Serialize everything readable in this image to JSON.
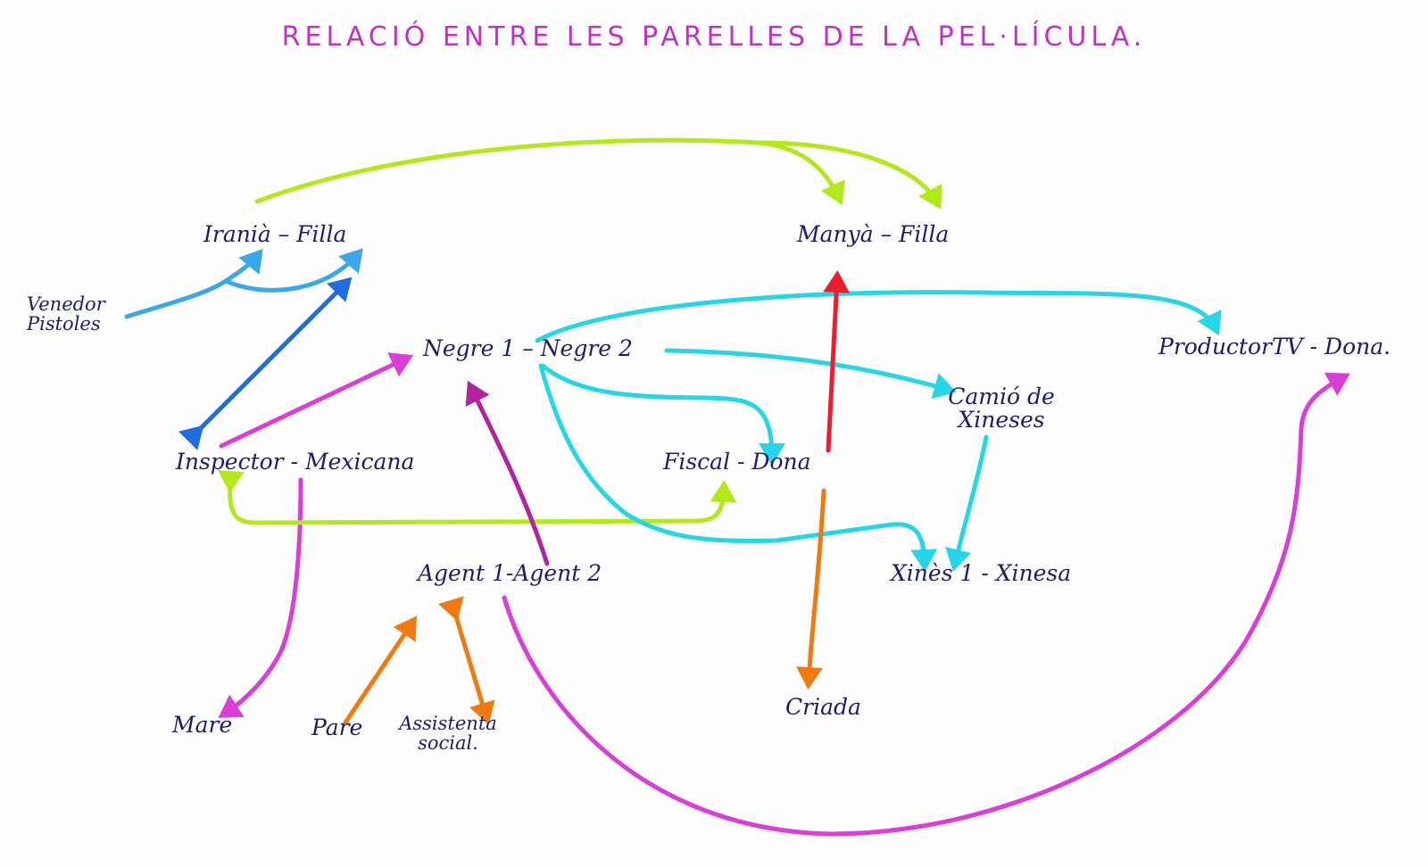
{
  "title": "RELACIÓ ENTRE LES PARELLES DE LA PEL·LÍCULA.",
  "colors": {
    "title": "#c42fc4",
    "text": "#1c1c6e",
    "lime": "#b3e81c",
    "lightblue": "#3aa8e6",
    "blue": "#1d6fe0",
    "magenta": "#d93ed9",
    "cyan": "#26d6e6",
    "red": "#ee1c2c",
    "orange": "#f07a12",
    "purple": "#b0249e"
  },
  "nodes": {
    "irania_filla": "Iranià – Filla",
    "manya_filla": "Manyà – Filla",
    "venedor": [
      "Venedor",
      "Pistoles"
    ],
    "negre": "Negre 1 – Negre 2",
    "productor": "ProductorTV - Dona.",
    "camio": [
      "Camió de",
      "Xineses"
    ],
    "inspector": "Inspector - Mexicana",
    "fiscal": "Fiscal - Dona",
    "agent": "Agent 1-Agent 2",
    "xines": "Xinès 1 - Xinesa",
    "mare": "Mare",
    "pare": "Pare",
    "assistenta": [
      "Assistenta",
      "social."
    ],
    "criada": "Criada"
  },
  "edges": [
    {
      "from": "irania_filla",
      "to": "manya_filla",
      "color": "lime"
    },
    {
      "from": "venedor",
      "to": "irania_filla",
      "color": "lightblue"
    },
    {
      "from": "inspector",
      "to": "irania_filla",
      "color": "blue"
    },
    {
      "from": "inspector",
      "to": "negre",
      "color": "magenta"
    },
    {
      "from": "inspector",
      "to": "mare",
      "color": "magenta"
    },
    {
      "from": "inspector",
      "to": "fiscal",
      "color": "lime"
    },
    {
      "from": "negre",
      "to": "productor",
      "color": "cyan"
    },
    {
      "from": "negre",
      "to": "camio",
      "color": "cyan"
    },
    {
      "from": "negre",
      "to": "fiscal",
      "color": "cyan"
    },
    {
      "from": "negre",
      "to": "xines",
      "color": "cyan"
    },
    {
      "from": "camio",
      "to": "xines",
      "color": "cyan"
    },
    {
      "from": "fiscal",
      "to": "manya_filla",
      "color": "red"
    },
    {
      "from": "fiscal",
      "to": "criada",
      "color": "orange"
    },
    {
      "from": "agent",
      "to": "negre",
      "color": "purple"
    },
    {
      "from": "agent",
      "to": "productor",
      "color": "magenta"
    },
    {
      "from": "pare",
      "to": "agent",
      "color": "orange"
    },
    {
      "from": "agent",
      "to": "assistenta",
      "color": "orange"
    }
  ]
}
